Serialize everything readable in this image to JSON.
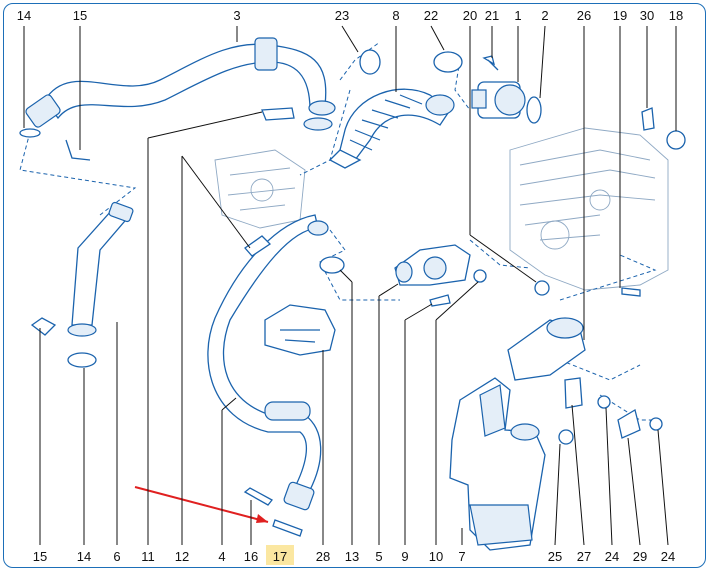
{
  "top_labels": [
    "14",
    "15",
    "3",
    "23",
    "8",
    "22",
    "20",
    "21",
    "1",
    "2",
    "26",
    "19",
    "30",
    "18"
  ],
  "bottom_labels": [
    "15",
    "14",
    "6",
    "11",
    "12",
    "4",
    "16",
    "17",
    "28",
    "13",
    "5",
    "9",
    "10",
    "7",
    "25",
    "27",
    "24",
    "29",
    "24"
  ],
  "highlight": {
    "label": "17",
    "color": "#fbe7a1",
    "arrow_color": "#e02020"
  },
  "colors": {
    "line_art": "#1b63ad",
    "frame": "#1d6fb8",
    "text": "#111111"
  }
}
